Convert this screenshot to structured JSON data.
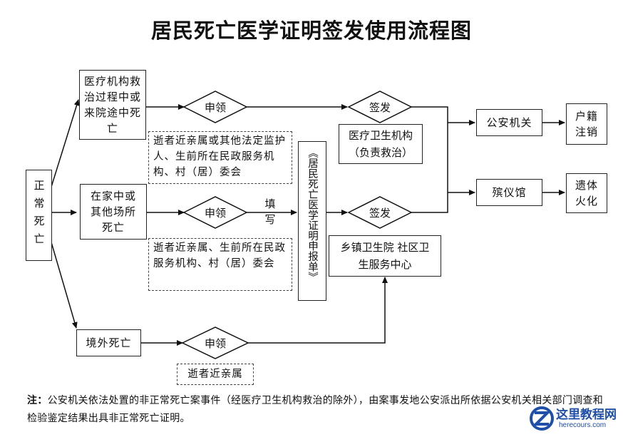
{
  "title": "居民死亡医学证明签发使用流程图",
  "start": "正常死亡",
  "cases": {
    "hospital": "医疗机构救治过程中或来院途中死亡",
    "home": "在家中或其他场所死亡",
    "abroad": "境外死亡"
  },
  "apply_label": "申领",
  "sign_label": "签发",
  "fill_label": "填写",
  "applicants": {
    "hospital": "逝者近亲属或其他法定监护人、生前所在民政服务机构、村（居）委会",
    "home": "逝者近亲属、生前所在民政服务机构、村（居）委会",
    "abroad": "逝者近亲属"
  },
  "form": "《居民死亡医学证明申报单》",
  "issuers": {
    "medical": "医疗卫生机构（负责救治）",
    "township": "乡镇卫生院 社区卫生服务中心"
  },
  "destinations": {
    "police": "公安机关",
    "funeral": "殡仪馆"
  },
  "outcomes": {
    "household": "户籍注销",
    "cremation": "遗体火化"
  },
  "note": {
    "label": "注：",
    "text": "公安机关依法处置的非正常死亡案事件（经医疗卫生机构救治的除外），由案事发地公安派出所依据公安机关相关部门调查和检验鉴定结果出具非正常死亡证明。"
  },
  "watermark": {
    "name": "这里教程网",
    "url": "herecours.com",
    "color": "#1f4fa8"
  }
}
